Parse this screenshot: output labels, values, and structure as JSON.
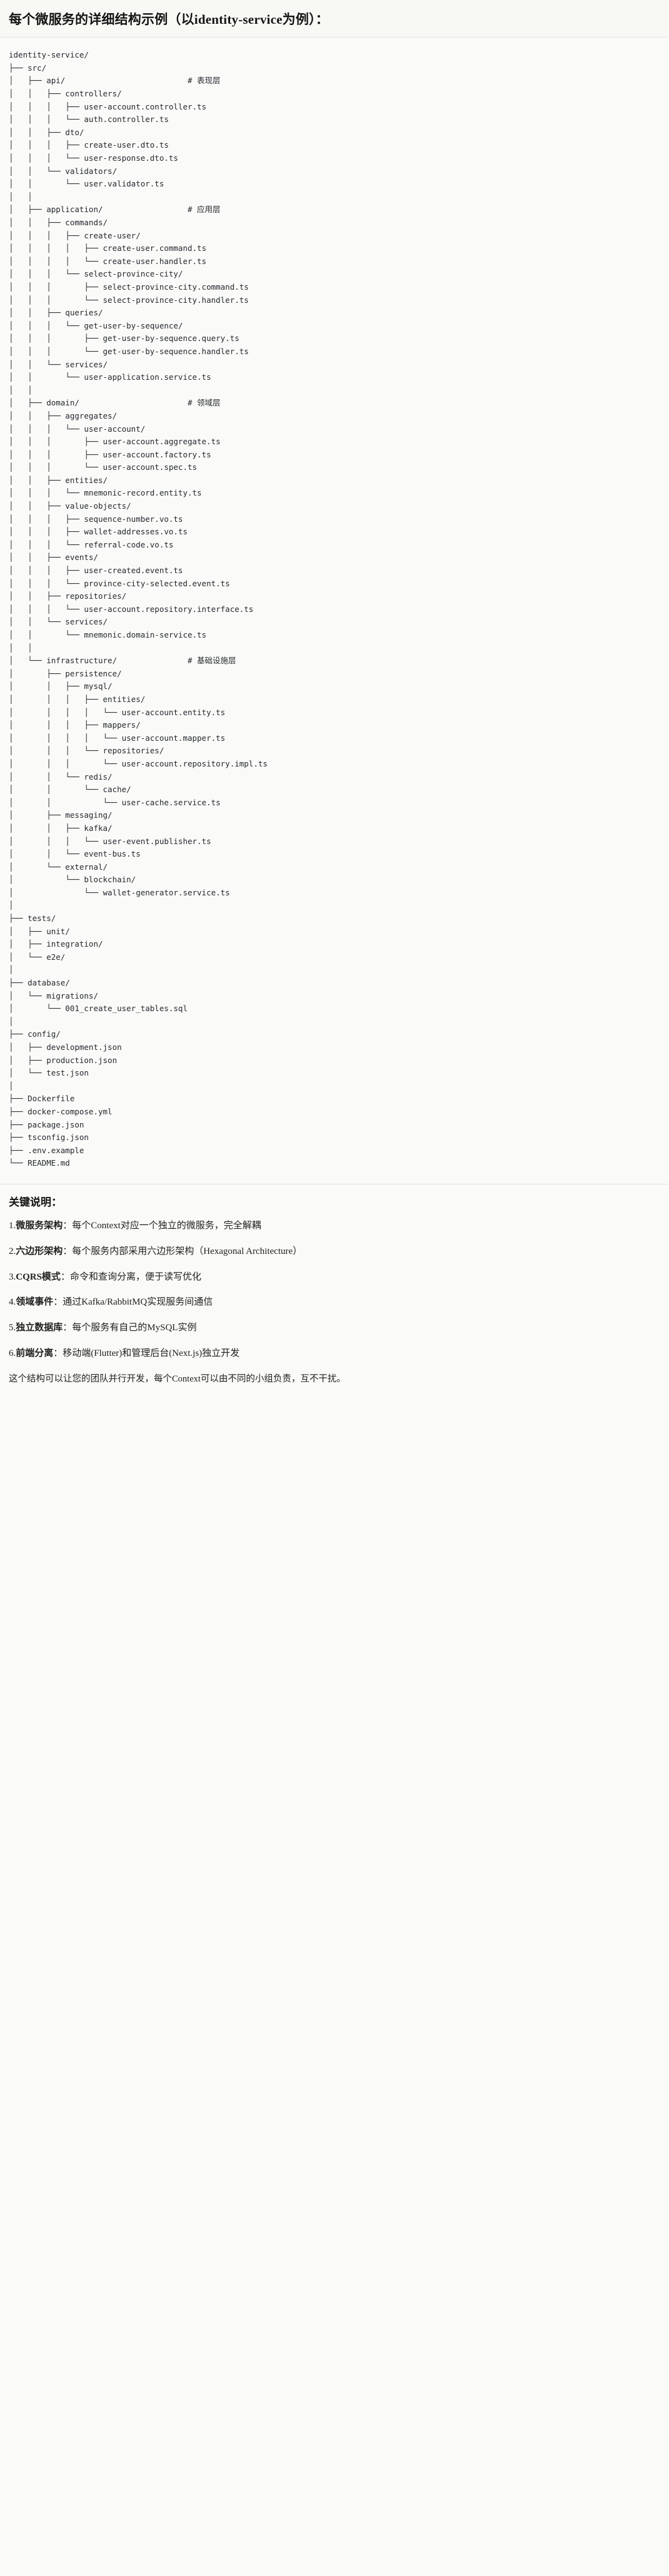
{
  "header": {
    "title": "每个微服务的详细结构示例（以identity-service为例）："
  },
  "tree": {
    "root": "identity-service/",
    "text": "identity-service/\n├── src/\n│   ├── api/                          # 表现层\n│   │   ├── controllers/\n│   │   │   ├── user-account.controller.ts\n│   │   │   └── auth.controller.ts\n│   │   ├── dto/\n│   │   │   ├── create-user.dto.ts\n│   │   │   └── user-response.dto.ts\n│   │   └── validators/\n│   │       └── user.validator.ts\n│   │\n│   ├── application/                  # 应用层\n│   │   ├── commands/\n│   │   │   ├── create-user/\n│   │   │   │   ├── create-user.command.ts\n│   │   │   │   └── create-user.handler.ts\n│   │   │   └── select-province-city/\n│   │   │       ├── select-province-city.command.ts\n│   │   │       └── select-province-city.handler.ts\n│   │   ├── queries/\n│   │   │   └── get-user-by-sequence/\n│   │   │       ├── get-user-by-sequence.query.ts\n│   │   │       └── get-user-by-sequence.handler.ts\n│   │   └── services/\n│   │       └── user-application.service.ts\n│   │\n│   ├── domain/                       # 领域层\n│   │   ├── aggregates/\n│   │   │   └── user-account/\n│   │   │       ├── user-account.aggregate.ts\n│   │   │       ├── user-account.factory.ts\n│   │   │       └── user-account.spec.ts\n│   │   ├── entities/\n│   │   │   └── mnemonic-record.entity.ts\n│   │   ├── value-objects/\n│   │   │   ├── sequence-number.vo.ts\n│   │   │   ├── wallet-addresses.vo.ts\n│   │   │   └── referral-code.vo.ts\n│   │   ├── events/\n│   │   │   ├── user-created.event.ts\n│   │   │   └── province-city-selected.event.ts\n│   │   ├── repositories/\n│   │   │   └── user-account.repository.interface.ts\n│   │   └── services/\n│   │       └── mnemonic.domain-service.ts\n│   │\n│   └── infrastructure/               # 基础设施层\n│       ├── persistence/\n│       │   ├── mysql/\n│       │   │   ├── entities/\n│       │   │   │   └── user-account.entity.ts\n│       │   │   ├── mappers/\n│       │   │   │   └── user-account.mapper.ts\n│       │   │   └── repositories/\n│       │   │       └── user-account.repository.impl.ts\n│       │   └── redis/\n│       │       └── cache/\n│       │           └── user-cache.service.ts\n│       ├── messaging/\n│       │   ├── kafka/\n│       │   │   └── user-event.publisher.ts\n│       │   └── event-bus.ts\n│       └── external/\n│           └── blockchain/\n│               └── wallet-generator.service.ts\n│\n├── tests/\n│   ├── unit/\n│   ├── integration/\n│   └── e2e/\n│\n├── database/\n│   └── migrations/\n│       └── 001_create_user_tables.sql\n│\n├── config/\n│   ├── development.json\n│   ├── production.json\n│   └── test.json\n│\n├── Dockerfile\n├── docker-compose.yml\n├── package.json\n├── tsconfig.json\n├── .env.example\n└── README.md",
    "layer_comments": [
      "# 表现层",
      "# 应用层",
      "# 领域层",
      "# 基础设施层"
    ]
  },
  "notes": {
    "heading": "关键说明：",
    "items": [
      {
        "num": "1.",
        "term": "微服务架构",
        "sep": "：",
        "desc": "每个Context对应一个独立的微服务，完全解耦"
      },
      {
        "num": "2.",
        "term": "六边形架构",
        "sep": "：",
        "desc": "每个服务内部采用六边形架构（Hexagonal Architecture）"
      },
      {
        "num": "3.",
        "term": "CQRS模式",
        "sep": "：",
        "desc": "命令和查询分离，便于读写优化"
      },
      {
        "num": "4.",
        "term": "领域事件",
        "sep": "：",
        "desc": "通过Kafka/RabbitMQ实现服务间通信"
      },
      {
        "num": "5.",
        "term": "独立数据库",
        "sep": "：",
        "desc": "每个服务有自己的MySQL实例"
      },
      {
        "num": "6.",
        "term": "前端分离",
        "sep": "：",
        "desc": "移动端(Flutter)和管理后台(Next.js)独立开发"
      }
    ],
    "closing": "这个结构可以让您的团队并行开发，每个Context可以由不同的小组负责，互不干扰。"
  }
}
